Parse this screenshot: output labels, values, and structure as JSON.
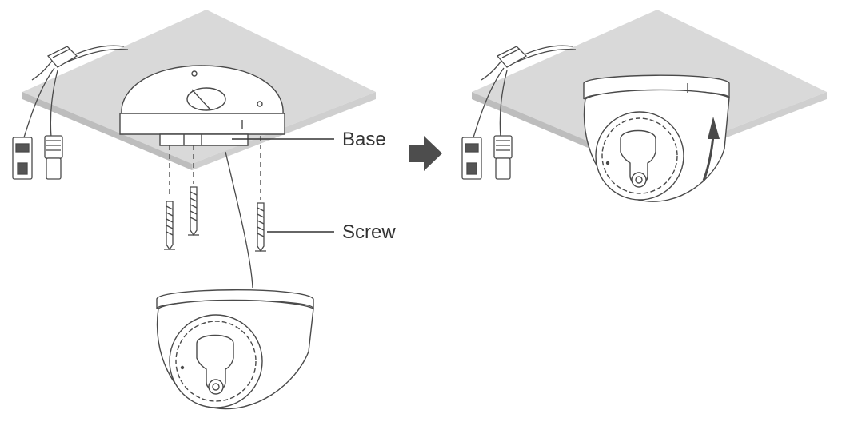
{
  "labels": {
    "base": "Base",
    "screw": "Screw"
  },
  "colors": {
    "outline": "#4a4a4a",
    "ceiling_fill": "#d9d9d9",
    "ceiling_edge": "#ffffff",
    "arrow": "#4d4d4d",
    "leader": "#333333"
  },
  "icons": [
    "ceiling-panel",
    "cable-bundle",
    "rj45-connector",
    "dc-power-connector",
    "mounting-base",
    "wall-screw",
    "dome-camera",
    "process-arrow",
    "rotate-arrow"
  ]
}
